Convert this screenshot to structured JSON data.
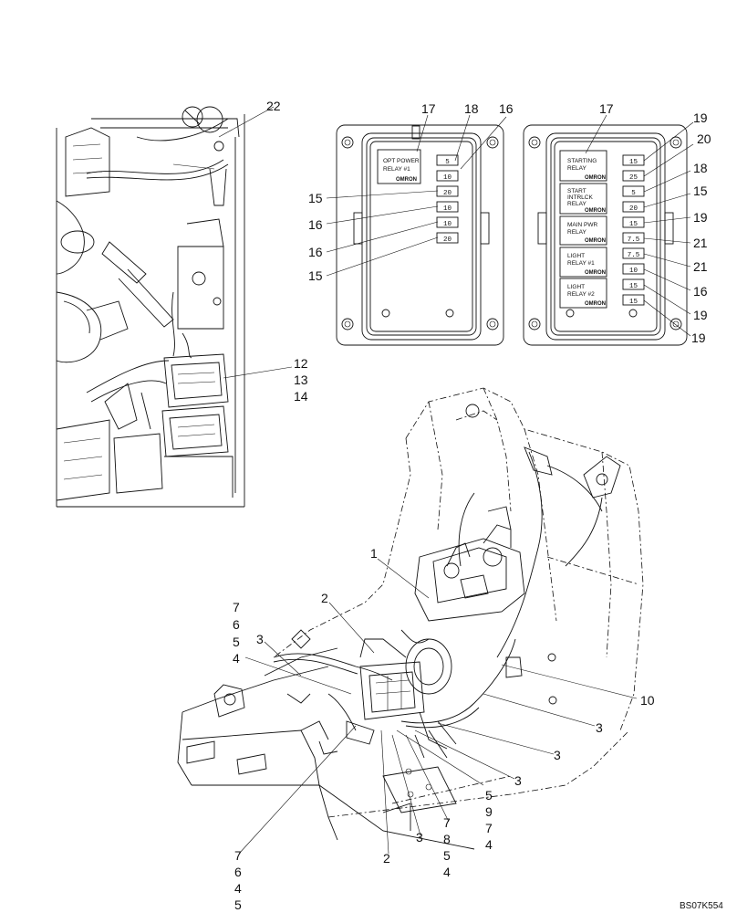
{
  "document_code": "BS07K554",
  "fuse_box_left": {
    "relays": [
      {
        "line1": "OPT POWER",
        "line2": "RELAY #1",
        "brand": "OMRON"
      }
    ],
    "fuses": [
      "5",
      "10",
      "20",
      "10",
      "10",
      "20"
    ],
    "callouts": [
      "17",
      "18",
      "16",
      "15",
      "16",
      "16",
      "15"
    ]
  },
  "fuse_box_right": {
    "relays": [
      {
        "line1": "STARTING",
        "line2": "RELAY",
        "line3": "",
        "brand": "OMRON"
      },
      {
        "line1": "START",
        "line2": "INTRLCK",
        "line3": "RELAY",
        "brand": "OMRON"
      },
      {
        "line1": "MAIN PWR",
        "line2": "RELAY",
        "line3": "",
        "brand": "OMRON"
      },
      {
        "line1": "LIGHT",
        "line2": "RELAY #1",
        "line3": "",
        "brand": "OMRON"
      },
      {
        "line1": "LIGHT",
        "line2": "RELAY #2",
        "line3": "",
        "brand": "OMRON"
      }
    ],
    "fuses": [
      "15",
      "25",
      "5",
      "20",
      "15",
      "7.5",
      "7.5",
      "10",
      "15",
      "15"
    ],
    "callouts": [
      "17",
      "19",
      "20",
      "18",
      "15",
      "19",
      "21",
      "21",
      "16",
      "19",
      "19"
    ]
  },
  "detail_view": {
    "callouts": [
      "22",
      "12",
      "13",
      "14"
    ]
  },
  "machine_view": {
    "callouts": [
      "1",
      "2",
      "3",
      "7",
      "6",
      "5",
      "4",
      "10",
      "3",
      "3",
      "3",
      "5",
      "9",
      "7",
      "4",
      "7",
      "8",
      "5",
      "4",
      "3",
      "2",
      "7",
      "6",
      "4",
      "5"
    ]
  }
}
